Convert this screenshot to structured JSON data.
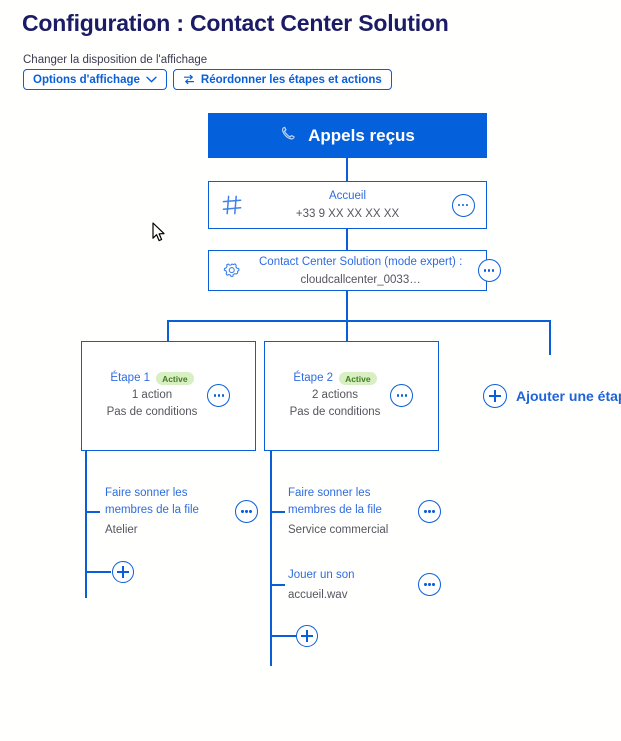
{
  "page": {
    "title": "Configuration : Contact Center Solution",
    "accent_blue": "#0a5fd8",
    "banner_blue": "#0560dc",
    "title_color": "#1c1c66",
    "badge_bg": "#d8eec3",
    "badge_color": "#3f7d1e"
  },
  "toolbar": {
    "caption": "Changer la disposition de l'affichage",
    "display_options_label": "Options d'affichage",
    "reorder_label": "Réordonner les étapes et actions"
  },
  "flow": {
    "banner": {
      "label": "Appels reçus",
      "icon": "phone-icon"
    },
    "nodes": [
      {
        "icon": "hash-icon",
        "title": "Accueil",
        "sub": "+33 9 XX XX XX XX",
        "menu": "more-options-icon"
      },
      {
        "icon": "gear-icon",
        "title": "Contact Center Solution (mode expert) :",
        "sub": "cloudcallcenter_0033…",
        "menu": "more-options-icon"
      }
    ],
    "steps": [
      {
        "name": "Étape 1",
        "badge": "Active",
        "actions_count": "1 action",
        "conditions": "Pas de conditions",
        "menu": "more-options-icon",
        "actions": [
          {
            "title": "Faire sonner les membres de la file",
            "sub": "Atelier",
            "menu": "more-options-icon"
          }
        ],
        "add_action_label": "+"
      },
      {
        "name": "Étape 2",
        "badge": "Active",
        "actions_count": "2 actions",
        "conditions": "Pas de conditions",
        "menu": "more-options-icon",
        "actions": [
          {
            "title": "Faire sonner les membres de la file",
            "sub": "Service commercial",
            "menu": "more-options-icon"
          },
          {
            "title": "Jouer un son",
            "sub": "accueil.wav",
            "menu": "more-options-icon"
          }
        ],
        "add_action_label": "+"
      }
    ],
    "add_step_label": "Ajouter une étape"
  }
}
